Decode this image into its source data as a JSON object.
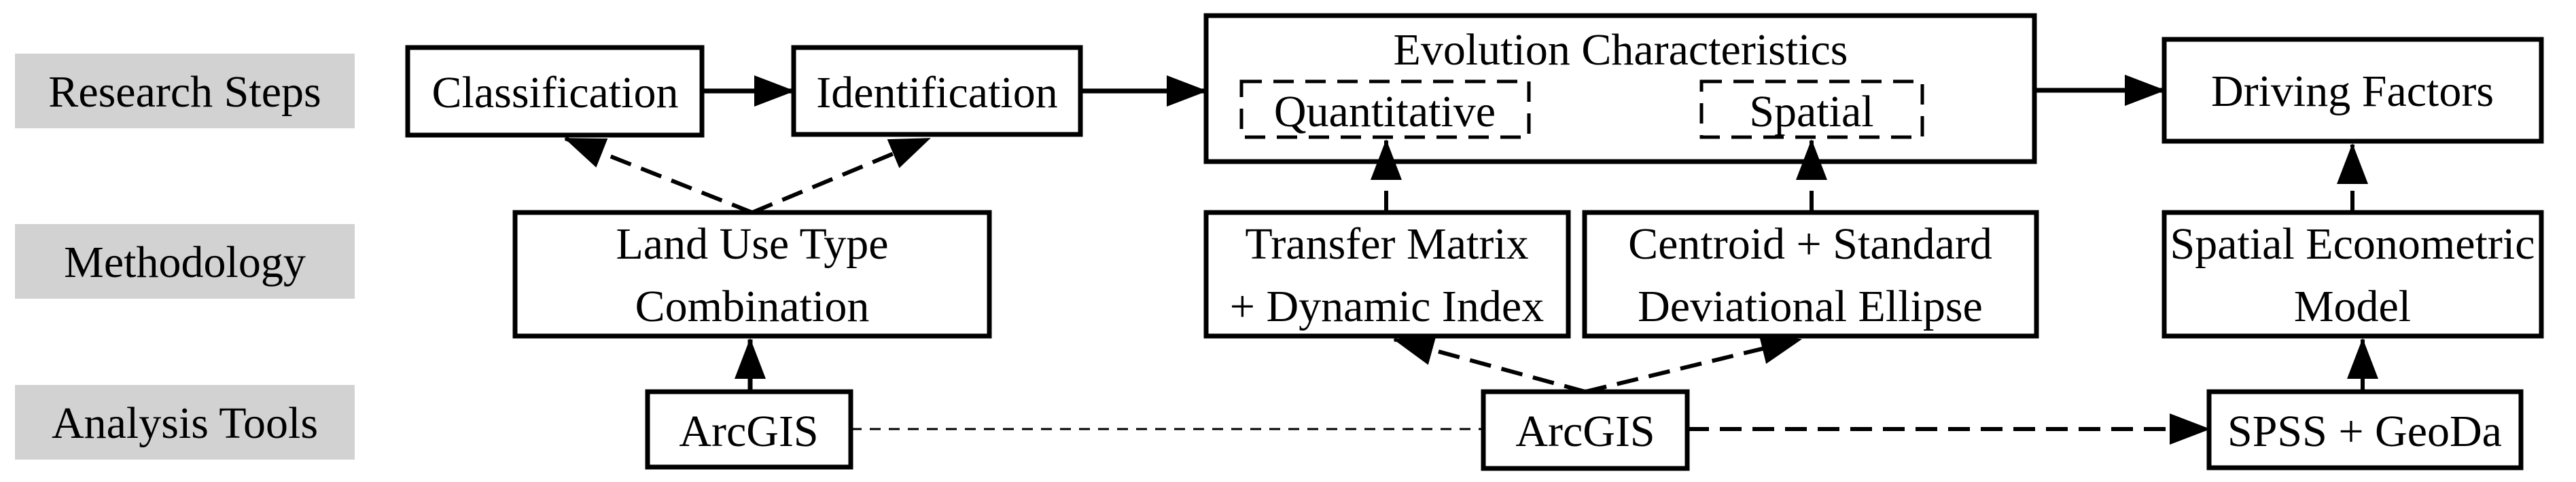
{
  "palette": {
    "label_bg": "#d2d2d2",
    "ink": "#000000",
    "canvas": "#ffffff"
  },
  "row_labels": {
    "research_steps": "Research Steps",
    "methodology": "Methodology",
    "analysis_tools": "Analysis Tools"
  },
  "steps": {
    "classification": "Classification",
    "identification": "Identification",
    "evolution_title": "Evolution Characteristics",
    "evolution_quantitative": "Quantitative",
    "evolution_spatial": "Spatial",
    "driving_factors": "Driving Factors"
  },
  "methods": {
    "land_use_line1": "Land Use Type",
    "land_use_line2": "Combination",
    "transfer_line1": "Transfer Matrix",
    "transfer_line2": "+ Dynamic Index",
    "centroid_line1": "Centroid + Standard",
    "centroid_line2": "Deviational Ellipse",
    "sem_line1": "Spatial Econometric",
    "sem_line2": "Model"
  },
  "tools": {
    "arcgis_left": "ArcGIS",
    "arcgis_middle": "ArcGIS",
    "spss_geoda": "SPSS + GeoDa"
  }
}
